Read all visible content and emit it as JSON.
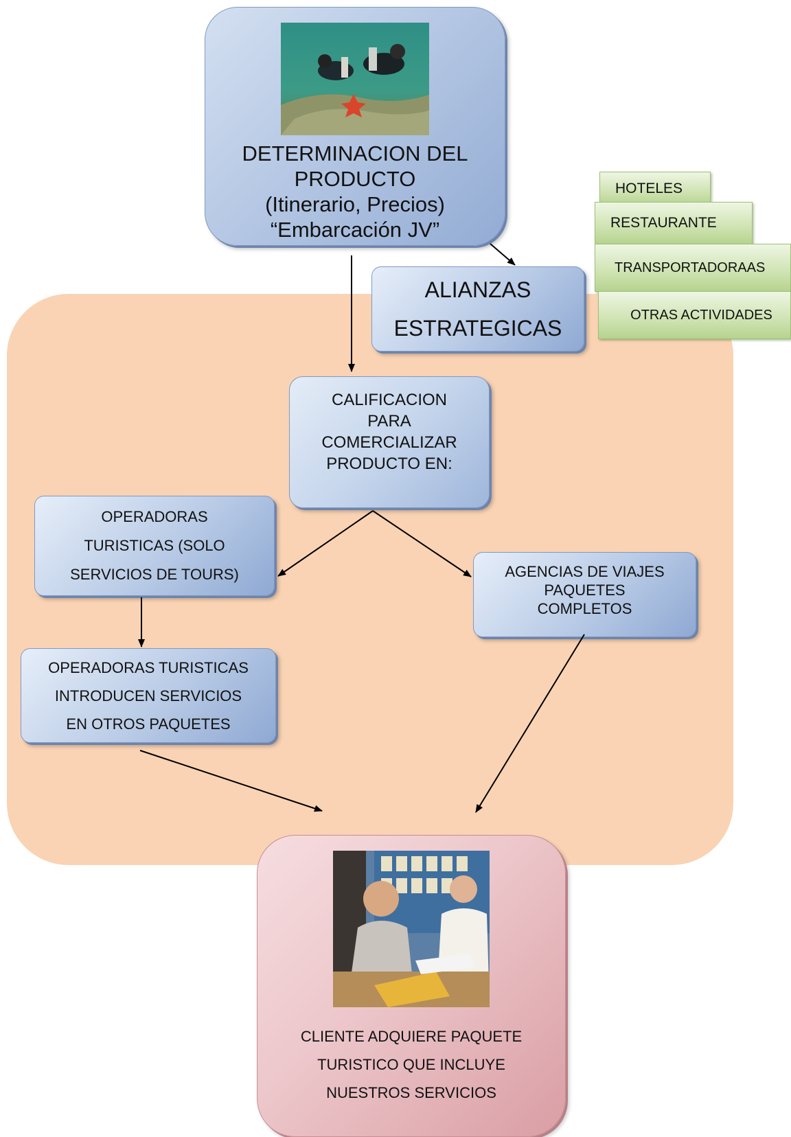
{
  "nodes": {
    "producto": {
      "line1": "DETERMINACION DEL",
      "line2": "PRODUCTO",
      "line3": "(Itinerario, Precios)",
      "line4": "“Embarcación JV”"
    },
    "alianzas": {
      "line1": "ALIANZAS",
      "line2": "ESTRATEGICAS"
    },
    "alianzas_items": [
      "HOTELES",
      "RESTAURANTE",
      "TRANSPORTADORAAS",
      "OTRAS ACTIVIDADES"
    ],
    "calificacion": {
      "line1": "CALIFICACION",
      "line2": "PARA",
      "line3": "COMERCIALIZAR",
      "line4": "PRODUCTO EN:"
    },
    "operadoras": {
      "line1": "OPERADORAS",
      "line2": "TURISTICAS (SOLO",
      "line3": "SERVICIOS DE TOURS)"
    },
    "agencias": {
      "line1": "AGENCIAS DE VIAJES",
      "line2": "PAQUETES",
      "line3": "COMPLETOS"
    },
    "operadoras_introducen": {
      "line1": "OPERADORAS TURISTICAS",
      "line2": "INTRODUCEN  SERVICIOS",
      "line3": "EN OTROS PAQUETES"
    },
    "cliente": {
      "line1": "CLIENTE ADQUIERE PAQUETE",
      "line2": "TURISTICO QUE INCLUYE",
      "line3": "NUESTROS  SERVICIOS"
    }
  },
  "colors": {
    "region": "#f9d3b3",
    "box_blue": "#b9cbe6",
    "box_green": "#cfe3b2",
    "box_pink": "#ecc6ca",
    "arrow": "#000000"
  }
}
